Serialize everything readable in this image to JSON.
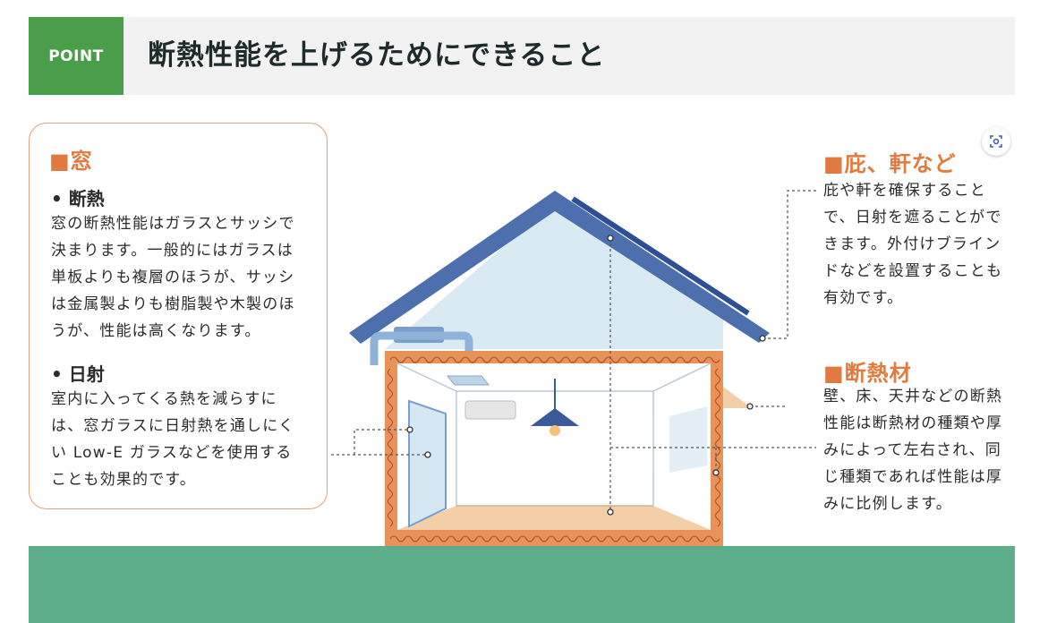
{
  "header": {
    "badge": "POINT",
    "title": "断熱性能を上げるためにできること"
  },
  "window_section": {
    "heading": "■窓",
    "insulation": {
      "heading": "• 断熱",
      "text": "窓の断熱性能はガラスとサッシで\n決まります。一般的にはガラスは\n単板よりも複層のほうが、サッシ\nは金属製よりも樹脂製や木製のほ\nうが、性能は高くなります。"
    },
    "sunlight": {
      "heading": "• 日射",
      "text": "室内に入ってくる熱を減らすに\nは、窓ガラスに日射熱を通しにく\nい Low-E ガラスなどを使用する\nことも効果的です。"
    }
  },
  "eaves_section": {
    "heading": "■庇、軒など",
    "text": "庇や軒を確保すること\nで、日射を遮ることがで\nきます。外付けブライン\nドなどを設置することも\n有効です。"
  },
  "insulation_section": {
    "heading": "■断熱材",
    "text": "壁、床、天井などの断熱\n性能は断熱材の種類や厚\nみによって左右され、同\nじ種類であれば性能は厚\nみに比例します。"
  },
  "icons": [
    "zoom-icon"
  ],
  "colors": {
    "badge_green": "#4a9e4a",
    "accent_orange": "#e07a3e",
    "roof_blue": "#4d6fae",
    "ground_green": "#5fae8b"
  }
}
